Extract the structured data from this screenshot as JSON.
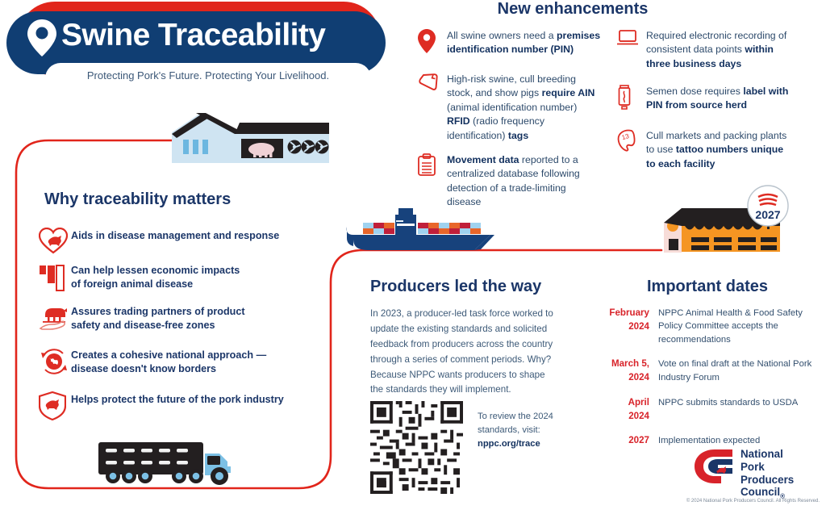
{
  "header": {
    "title": "Swine Traceability",
    "tagline": "Protecting Pork's Future. Protecting Your Livelihood.",
    "pin_icon": "map-pin-icon",
    "navy": "#103e73",
    "red": "#e1251b"
  },
  "enhancements": {
    "title": "New enhancements",
    "items": [
      {
        "icon": "map-pin-icon",
        "column": "left",
        "html": "All swine owners need a <b>premises identification number (PIN)</b>"
      },
      {
        "icon": "ear-tag-icon",
        "column": "left",
        "html": "High-risk swine, cull breeding stock, and show pigs <b>require AIN</b> (animal identification number) <b>RFID</b> (radio frequency identification) <b>tags</b>"
      },
      {
        "icon": "clipboard-icon",
        "column": "left",
        "html": "<b>Movement data</b> reported to a centralized database following detection of a trade-limiting disease"
      },
      {
        "icon": "laptop-icon",
        "column": "right",
        "html": "Required electronic recording of consistent data points <b>within three business days</b>"
      },
      {
        "icon": "semen-tube-icon",
        "column": "right",
        "html": "Semen dose requires <b>label with PIN from source herd</b>"
      },
      {
        "icon": "ear-tattoo-icon",
        "column": "right",
        "html": "Cull markets and packing plants to use <b>tattoo numbers unique to each facility</b>"
      }
    ]
  },
  "why": {
    "title": "Why traceability matters",
    "items": [
      {
        "icon": "heart-pig-icon",
        "text": "Aids in disease management and response"
      },
      {
        "icon": "bar-chart-down-icon",
        "text": "Can help lessen economic impacts\nof foreign animal disease"
      },
      {
        "icon": "pig-in-hand-icon",
        "text": "Assures trading partners of product\nsafety and disease-free zones"
      },
      {
        "icon": "globe-arrows-icon",
        "text": "Creates a cohesive national approach —\ndisease doesn't know borders"
      },
      {
        "icon": "shield-pig-icon",
        "text": "Helps protect the future of the pork industry"
      }
    ]
  },
  "producers": {
    "title": "Producers led the way",
    "body": "In 2023, a producer-led task force worked to update the existing standards and solicited feedback from producers across the country through a series of comment periods. Why? Because NPPC wants producers to shape the standards they will implement.",
    "qr_icon": "qr-code-icon",
    "qr_note_html": "To review the 2024 standards, visit: <b>nppc.org/trace</b>"
  },
  "dates": {
    "title": "Important dates",
    "items": [
      {
        "when": "February\n2024",
        "what": "NPPC Animal Health & Food Safety Policy Committee accepts the recommendations"
      },
      {
        "when": "March 5,\n2024",
        "what": "Vote on final draft at the National Pork Industry Forum"
      },
      {
        "when": "April\n2024",
        "what": "NPPC submits standards to USDA"
      },
      {
        "when": "2027",
        "what": "Implementation expected"
      }
    ]
  },
  "illustrations": {
    "barn_blue": "blue-barn-icon",
    "ship": "cargo-ship-icon",
    "barn_orange": "orange-barn-icon",
    "truck": "livestock-truck-icon",
    "sign_year": "2027",
    "sign_icon": "rfid-sign-icon",
    "flow_line": "red-flow-line"
  },
  "logo": {
    "line1": "National",
    "line2": "Pork Producers",
    "line3": "Council",
    "registered": "®",
    "mark": "nppc-logo-mark"
  },
  "copyright": "© 2024 National Pork Producers Council. All Rights Reserved."
}
